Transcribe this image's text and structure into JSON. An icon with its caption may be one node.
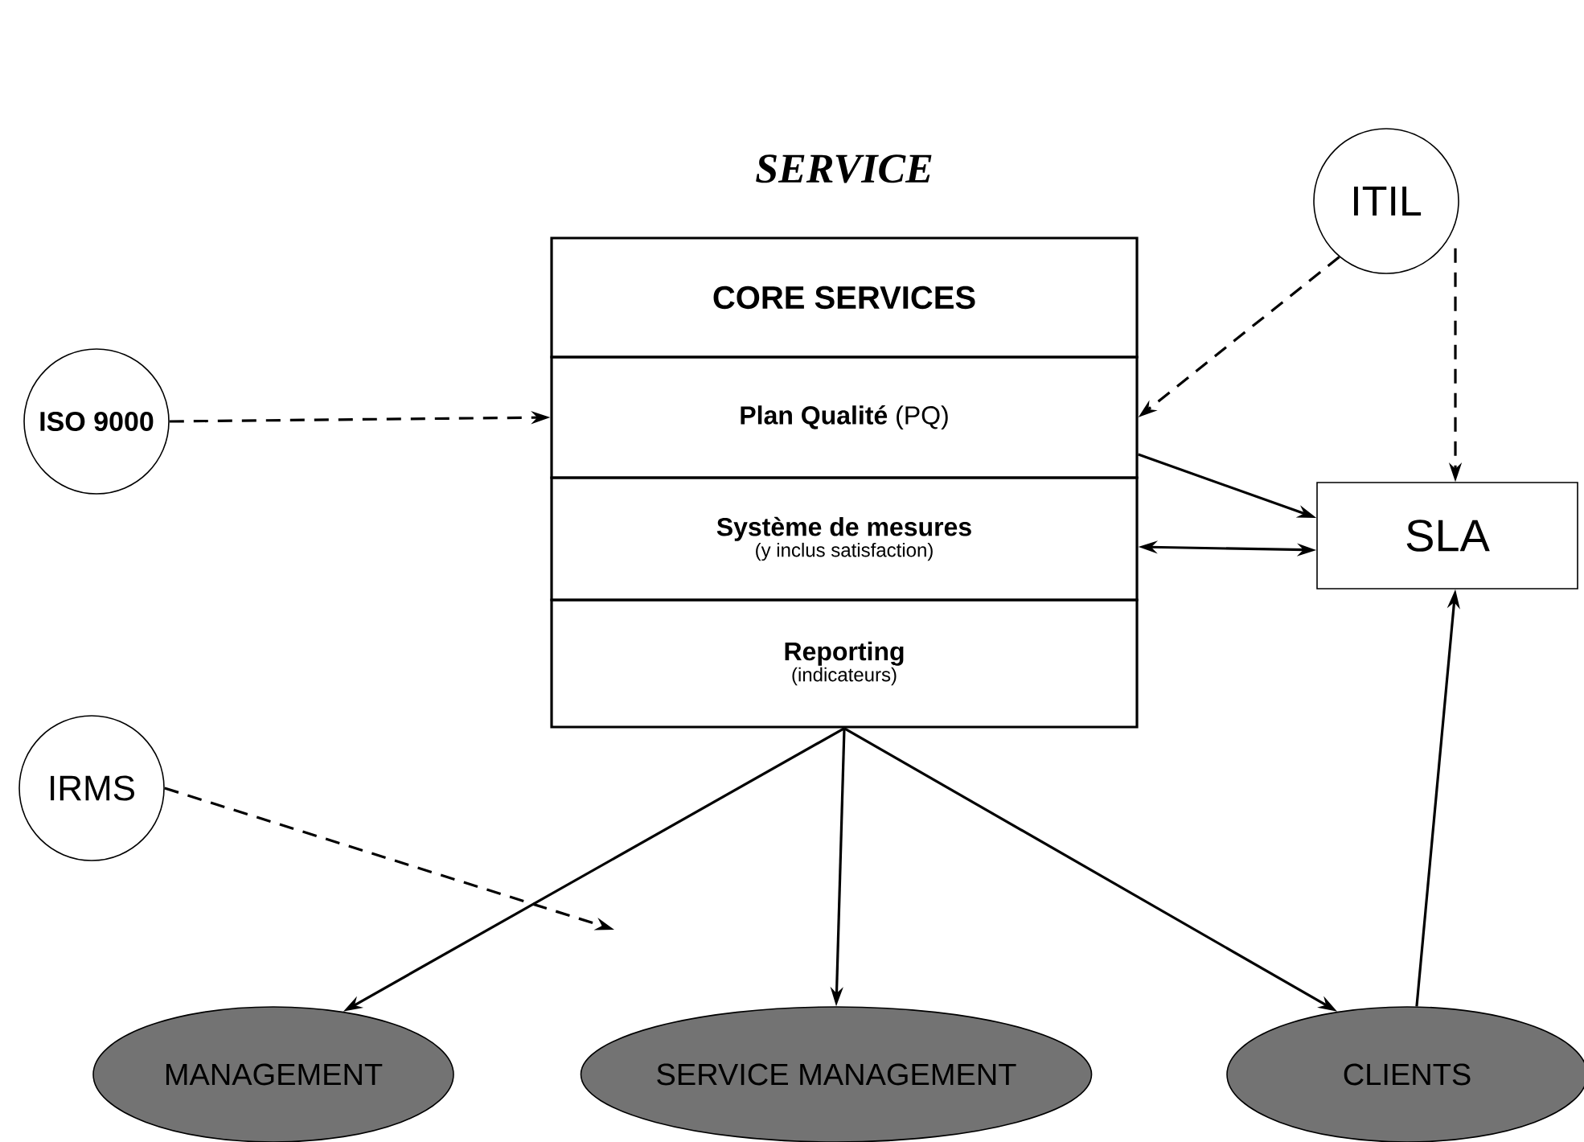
{
  "diagram": {
    "title": "SERVICE",
    "nodes": [
      {
        "text": [
          "CORE SERVICES"
        ]
      },
      {
        "text": [
          "**Plan Qualité** (PQ)"
        ]
      },
      {
        "text": [
          "Système de mesures",
          "(y inclus satisfaction)"
        ]
      },
      {
        "text": [
          "Reporting",
          "(indicateurs)"
        ]
      },
      {
        "text": [
          "ISO 9000"
        ]
      },
      {
        "text": [
          "ITIL"
        ]
      },
      {
        "text": [
          "SLA"
        ]
      },
      {
        "text": [
          "IRMS"
        ]
      },
      {
        "text": [
          "MANAGEMENT"
        ]
      },
      {
        "text": [
          "SERVICE MANAGEMENT"
        ]
      },
      {
        "text": [
          "CLIENTS"
        ]
      }
    ],
    "edges": [
      {
        "from": 4,
        "to": 1,
        "arrow": "to",
        "style": "dashed"
      },
      {
        "from": 5,
        "to": 1,
        "arrow": "to",
        "style": "dashed"
      },
      {
        "from": 5,
        "to": 6,
        "arrow": "to",
        "style": "dashed"
      },
      {
        "from": 1,
        "to": 6,
        "arrow": "to"
      },
      {
        "from": 2,
        "to": 6,
        "arrow": "both"
      },
      {
        "from": 7,
        "to": null,
        "arrow": "to",
        "style": "dashed"
      },
      {
        "from": 3,
        "to": 8,
        "arrow": "to"
      },
      {
        "from": 3,
        "to": 9,
        "arrow": "to"
      },
      {
        "from": 3,
        "to": 10,
        "arrow": "to"
      },
      {
        "from": 10,
        "to": 6,
        "arrow": "to"
      }
    ]
  }
}
